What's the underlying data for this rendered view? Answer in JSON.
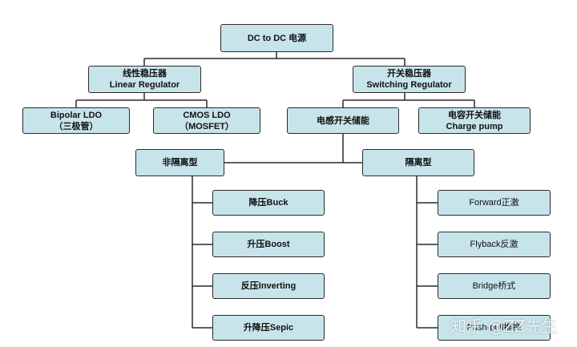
{
  "diagram": {
    "root": "DC to DC 电源",
    "linear": {
      "line1": "线性稳压器",
      "line2": "Linear Regulator"
    },
    "switching": {
      "line1": "开关稳压器",
      "line2": "Switching Regulator"
    },
    "bipolar": {
      "line1": "Bipolar LDO",
      "line2": "（三极管）"
    },
    "cmos": {
      "line1": "CMOS LDO",
      "line2": "（MOSFET）"
    },
    "inductive": "电感开关储能",
    "capacitive": {
      "line1": "电容开关储能",
      "line2": "Charge pump"
    },
    "non_isolated": "非隔离型",
    "isolated": "隔离型",
    "non_isolated_items": [
      "降压Buck",
      "升压Boost",
      "反压Inverting",
      "升降压Sepic"
    ],
    "isolated_items": [
      "Forward正激",
      "Flyback反激",
      "Bridge桥式",
      "Push-pull推挽"
    ]
  },
  "watermark": "知乎 @ZZ先生"
}
